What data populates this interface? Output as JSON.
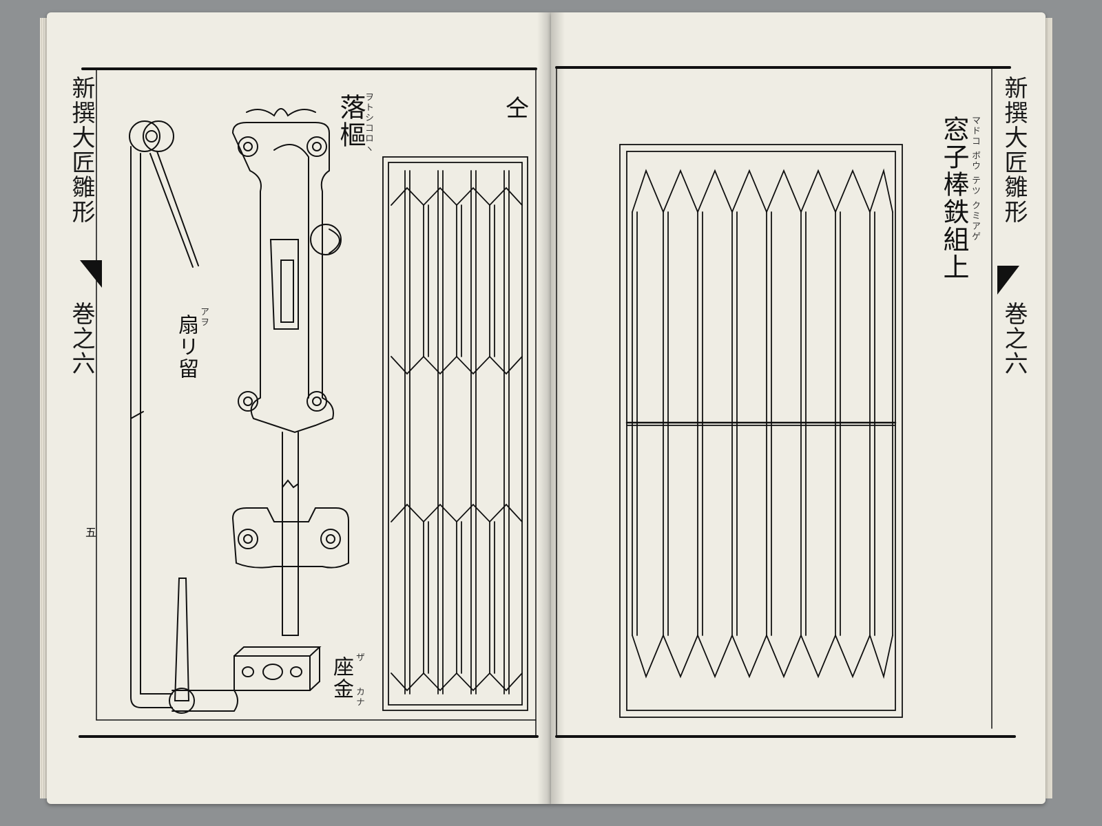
{
  "left_page": {
    "margin_title": "新撰大匠雛形",
    "margin_volume": "巻之六",
    "page_number": "五",
    "top_mark": "仝",
    "label_otoshi": "落樞",
    "label_otoshi_furigana": "ヲトシコロヽ",
    "label_aori": "扇リ留",
    "label_aori_furigana": "アヲ",
    "label_zakane": "座金",
    "label_zakane_furigana_1": "ザ",
    "label_zakane_furigana_2": "カナ"
  },
  "right_page": {
    "margin_title": "新撰大匠雛形",
    "margin_volume": "巻之六",
    "title": "窓子棒鉄組上",
    "title_furigana": "マドコ ボウ テツ クミアゲ"
  }
}
